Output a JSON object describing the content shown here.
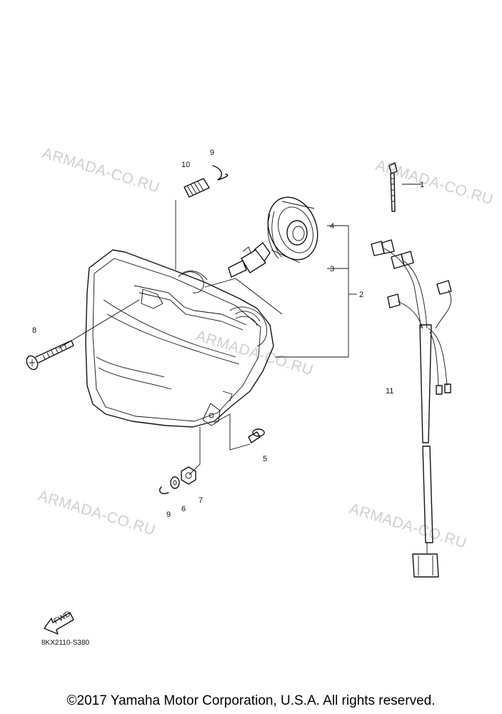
{
  "watermark": "ARMADA-CO.RU",
  "callouts": [
    "1",
    "2",
    "3",
    "4",
    "5",
    "6",
    "7",
    "8",
    "9",
    "9",
    "10",
    "11"
  ],
  "fwd_label": "FWD",
  "diagram_code": "8KX2110-S380",
  "copyright": "©2017 Yamaha Motor Corporation, U.S.A. All rights reserved."
}
